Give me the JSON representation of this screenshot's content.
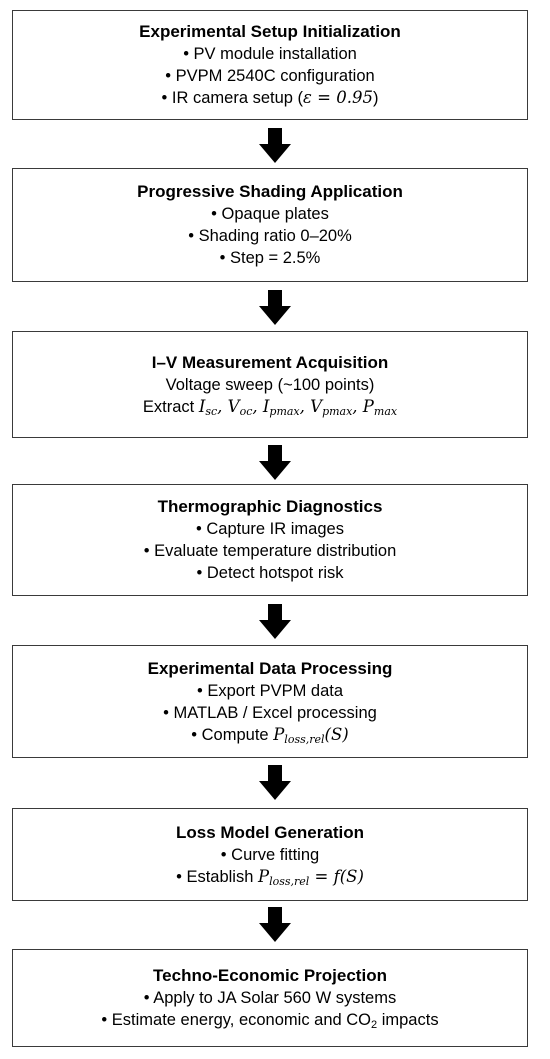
{
  "steps": [
    {
      "title": "Experimental Setup Initialization",
      "items": [
        "• PV module installation",
        "• PVPM 2540C configuration",
        "• IR camera setup ("
      ],
      "ir_emissivity": "ε  = 0.95",
      "ir_close": ")"
    },
    {
      "title": "Progressive Shading Application",
      "items": [
        "• Opaque plates",
        "• Shading ratio 0–20%",
        "• Step = 2.5%"
      ]
    },
    {
      "title": "I–V Measurement Acquisition",
      "items": [
        "Voltage sweep (~100 points)",
        "Extract "
      ],
      "params": [
        "I",
        "sc",
        "V",
        "oc",
        "I",
        "pmax",
        "V",
        "pmax",
        "P",
        "max"
      ]
    },
    {
      "title": "Thermographic Diagnostics",
      "items": [
        "• Capture IR images",
        "• Evaluate temperature distribution",
        "• Detect hotspot risk"
      ]
    },
    {
      "title": "Experimental Data Processing",
      "items": [
        "• Export PVPM data",
        "• MATLAB / Excel processing",
        "• Compute "
      ],
      "formula": [
        "P",
        "loss,rel",
        "(S)"
      ]
    },
    {
      "title": "Loss Model Generation",
      "items": [
        "• Curve fitting",
        "• Establish "
      ],
      "formula": [
        "P",
        "loss,rel",
        " = f(S)"
      ]
    },
    {
      "title": "Techno-Economic Projection",
      "items": [
        "• Apply to JA Solar 560 W systems",
        "• Estimate energy, economic and CO",
        "2",
        " impacts"
      ]
    }
  ]
}
